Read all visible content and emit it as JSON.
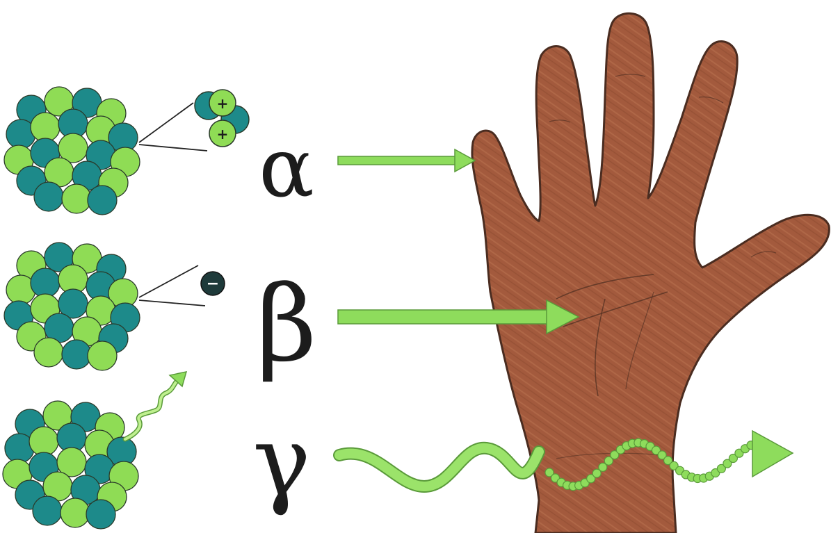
{
  "diagram": {
    "rows": [
      {
        "id": "alpha",
        "symbol": "α",
        "particle_charges": [
          "+",
          "+"
        ],
        "blocked_by": "skin"
      },
      {
        "id": "beta",
        "symbol": "β",
        "particle_charges": [
          "−"
        ],
        "blocked_by": "hand"
      },
      {
        "id": "gamma",
        "symbol": "γ",
        "particle_charges": [],
        "blocked_by": "none"
      }
    ],
    "colors": {
      "nucleon_light": "#8fdc55",
      "nucleon_dark": "#1d8a8a",
      "outline": "#2a3a2a",
      "arrow": "#8edc5c",
      "arrow_outline": "#5a9a3a",
      "skin": "#a0583c",
      "skin_outline": "#4a2c20",
      "text": "#1c1c1c",
      "electron": "#1e3a3a"
    }
  }
}
